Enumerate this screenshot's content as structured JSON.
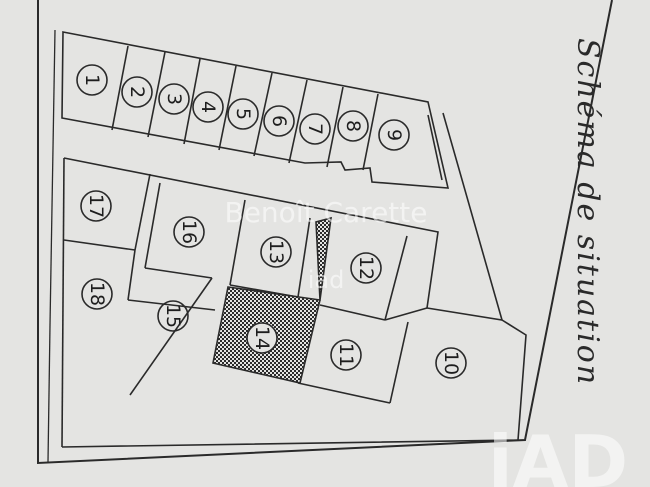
{
  "title": "Schéma de situation",
  "watermark": {
    "agent_name": "Benoît Carette",
    "agent_suffix": "iad",
    "brand": "iAD"
  },
  "lots": [
    {
      "number": "1"
    },
    {
      "number": "2"
    },
    {
      "number": "3"
    },
    {
      "number": "4"
    },
    {
      "number": "5"
    },
    {
      "number": "6"
    },
    {
      "number": "7"
    },
    {
      "number": "8"
    },
    {
      "number": "9"
    },
    {
      "number": "10"
    },
    {
      "number": "11"
    },
    {
      "number": "12"
    },
    {
      "number": "13"
    },
    {
      "number": "14",
      "highlighted": true
    },
    {
      "number": "15"
    },
    {
      "number": "16"
    },
    {
      "number": "17"
    },
    {
      "number": "18"
    }
  ],
  "colors": {
    "line": "#2a2a2a",
    "paper": "#e4e4e2",
    "hatch": "#2b2b2b"
  }
}
